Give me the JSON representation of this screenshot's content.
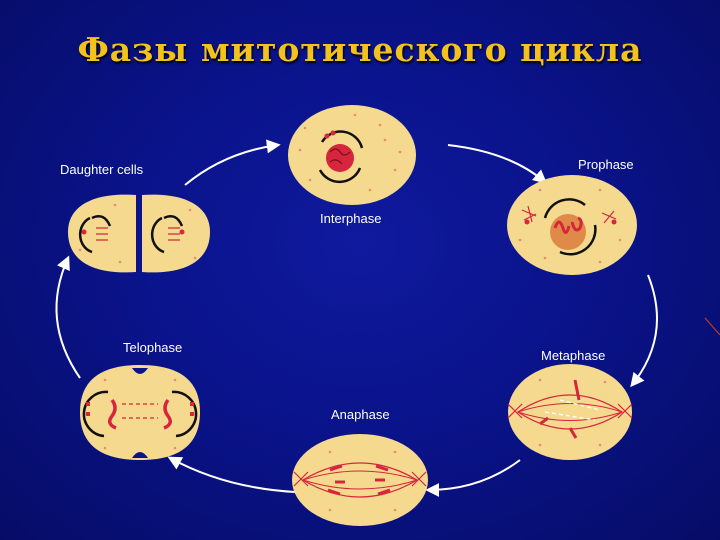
{
  "title": "Фазы митотического цикла",
  "labels": {
    "prophase": "Prophase",
    "daughter_cells": "Daughter cells",
    "interphase": "Interphase",
    "telophase": "Telophase",
    "metaphase": "Metaphase",
    "anaphase": "Anaphase"
  },
  "colors": {
    "cell_fill": "#f5d98e",
    "chromosome": "#d6263e",
    "arrow": "#ffffff",
    "title": "#f3c21c"
  }
}
